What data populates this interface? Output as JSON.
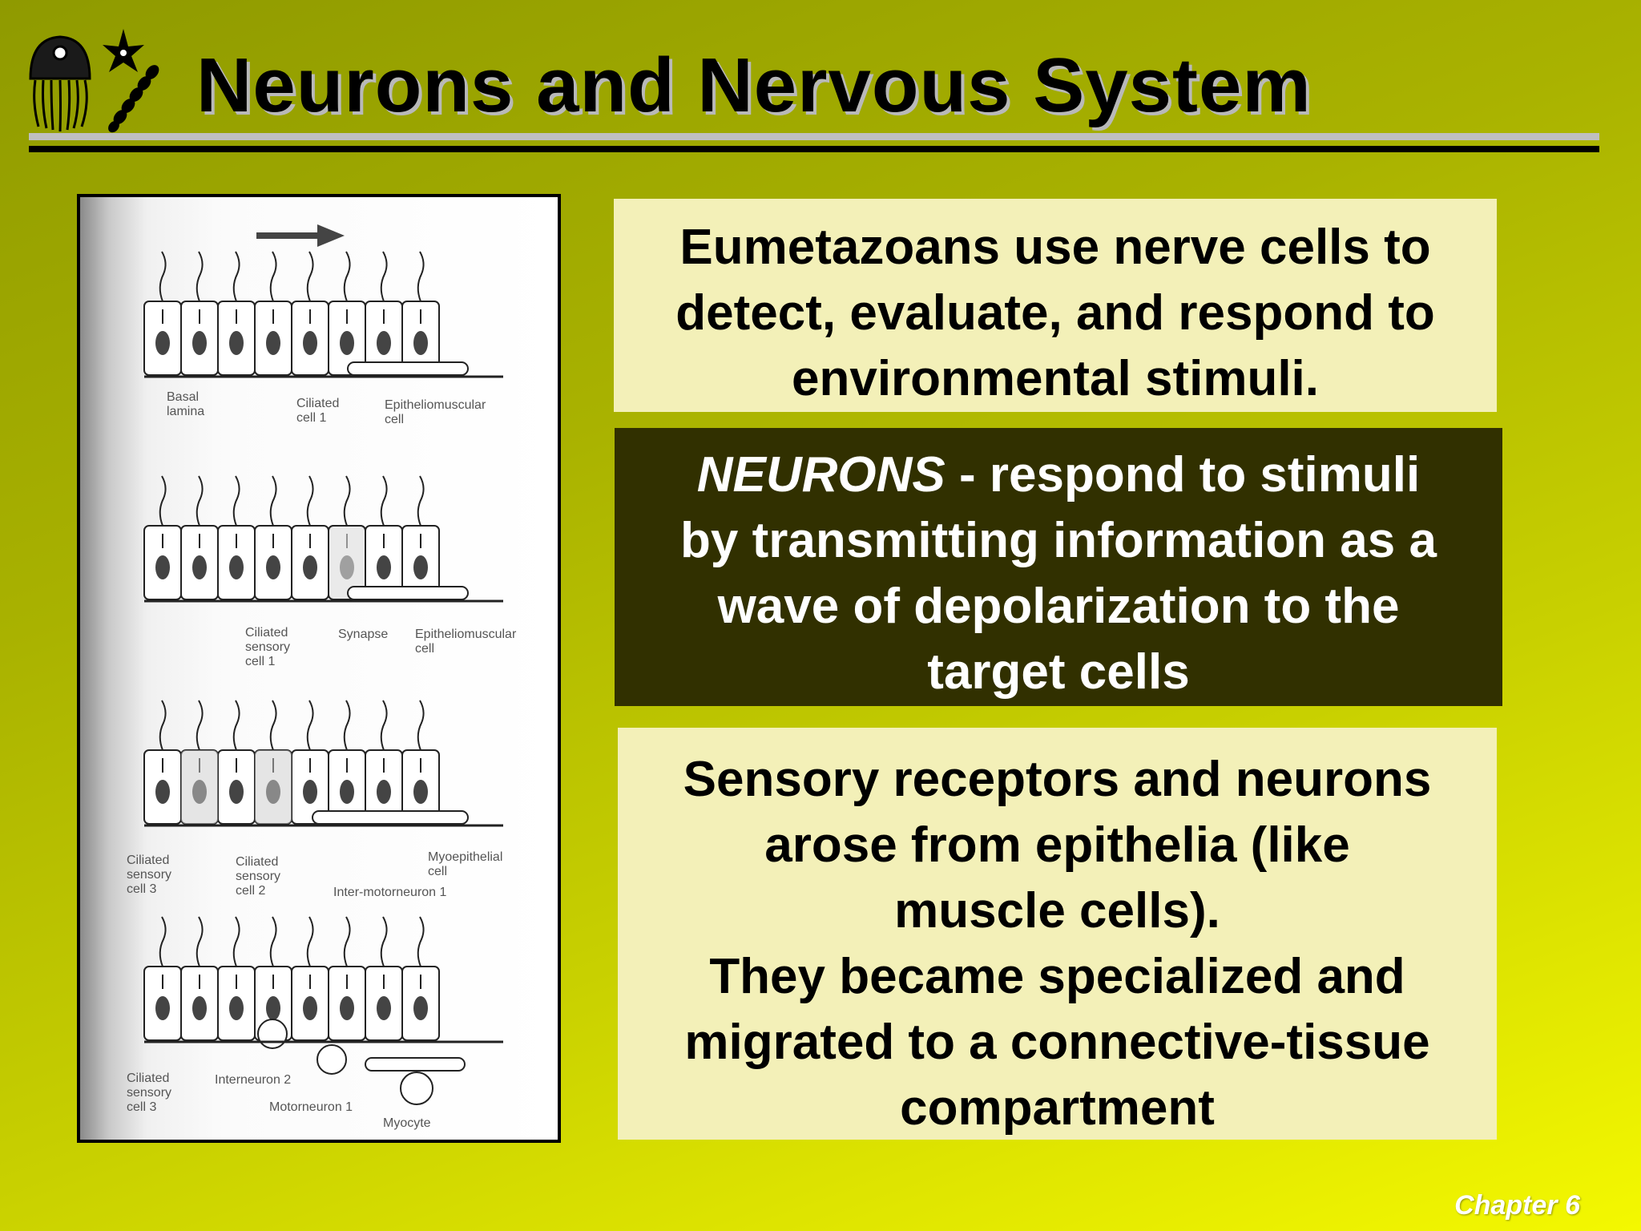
{
  "slide": {
    "title": "Neurons and Nervous System",
    "footer": "Chapter 6"
  },
  "figure": {
    "panel_1": {
      "label_basal": "Basal",
      "label_lamina": "lamina",
      "label_ciliated": "Ciliated",
      "label_cell1": "cell 1",
      "label_epithelio": "Epitheliomuscular",
      "label_cell": "cell"
    },
    "panel_2": {
      "label_ciliated": "Ciliated",
      "label_sensory": "sensory",
      "label_cell1": "cell 1",
      "label_synapse": "Synapse",
      "label_epithelio": "Epitheliomuscular",
      "label_cell": "cell"
    },
    "panel_3": {
      "label_ciliated_a": "Ciliated",
      "label_sensory_a": "sensory",
      "label_cell3": "cell 3",
      "label_ciliated_b": "Ciliated",
      "label_sensory_b": "sensory",
      "label_cell2": "cell 2",
      "label_intermotor": "Inter-motorneuron 1",
      "label_myoepi": "Myoepithelial",
      "label_cell": "cell"
    },
    "panel_4": {
      "label_ciliated": "Ciliated",
      "label_sensory": "sensory",
      "label_cell3": "cell 3",
      "label_interneuron": "Interneuron 2",
      "label_motorneuron": "Motorneuron 1",
      "label_myocyte": "Myocyte"
    }
  },
  "box1": {
    "line1": "Eumetazoans use nerve cells to",
    "line2": "detect, evaluate, and respond to",
    "line3": "environmental stimuli."
  },
  "box2": {
    "term": "NEURONS",
    "line1_rest": " -  respond to stimuli",
    "line2": "by transmitting information as a",
    "line3": "wave of depolarization to the",
    "line4": "target cells"
  },
  "box3": {
    "line1": "Sensory receptors and neurons",
    "line2": "arose from epithelia (like",
    "line3": "muscle cells).",
    "line4": "They became specialized and",
    "line5": "migrated to a connective-tissue",
    "line6": "compartment"
  }
}
